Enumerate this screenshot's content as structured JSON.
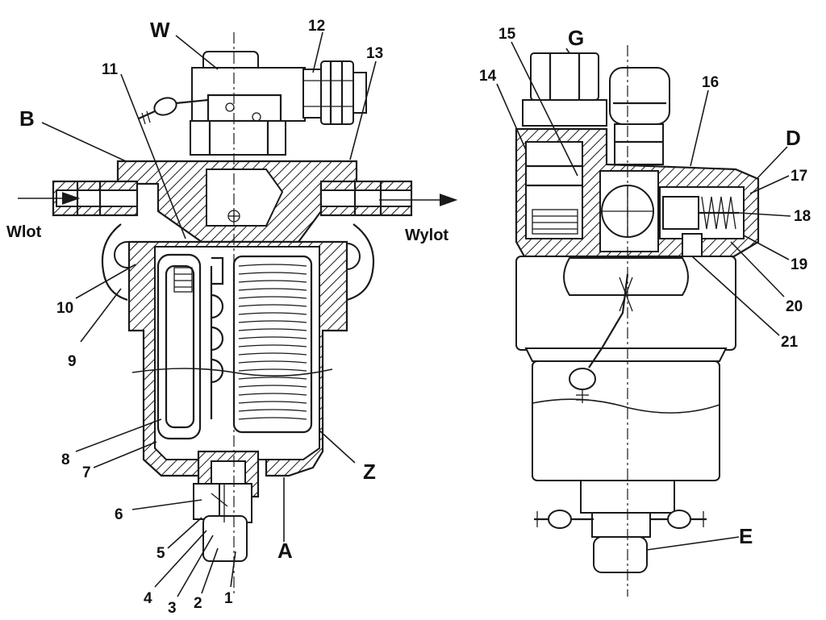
{
  "figure": {
    "left_view": {
      "labels": {
        "W": "W",
        "B": "B",
        "Z": "Z",
        "A": "A",
        "inlet": "Wlot",
        "outlet": "Wylot",
        "n1": "1",
        "n2": "2",
        "n3": "3",
        "n4": "4",
        "n5": "5",
        "n6": "6",
        "n7": "7",
        "n8": "8",
        "n9": "9",
        "n10": "10",
        "n11": "11",
        "n12": "12",
        "n13": "13"
      }
    },
    "right_view": {
      "labels": {
        "G": "G",
        "D": "D",
        "E": "E",
        "n14": "14",
        "n15": "15",
        "n16": "16",
        "n17": "17",
        "n18": "18",
        "n19": "19",
        "n20": "20",
        "n21": "21"
      }
    }
  }
}
